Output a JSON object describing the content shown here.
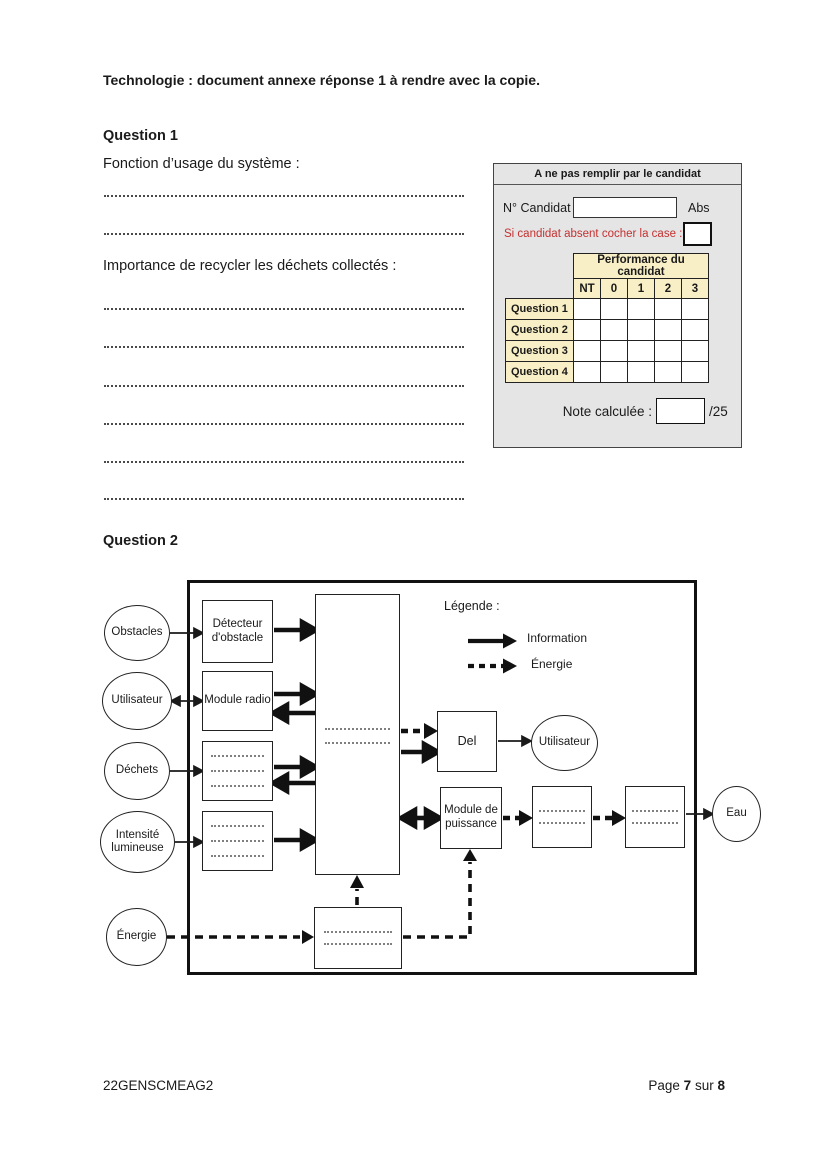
{
  "colors": {
    "panel_bg": "#e5e5e5",
    "header_bg": "#f8efc6",
    "notice_red": "#c43131"
  },
  "document": {
    "title": "Technologie : document annexe réponse 1 à rendre avec la copie.",
    "footer_left": "22GENSCMEAG2",
    "footer_page_word": "Page",
    "footer_page_number": "7",
    "footer_page_sep": "sur",
    "footer_page_total": "8"
  },
  "question1": {
    "heading": "Question 1",
    "prompt1": "Fonction d’usage du système :",
    "prompt2": "Importance de recycler les déchets collectés :"
  },
  "grading_box": {
    "header": "A ne pas remplir par le candidat",
    "candidate_label": "N° Candidat :",
    "candidate_value": "",
    "abs_label": "Abs",
    "absent_notice": "Si candidat absent cocher la case :",
    "table": {
      "title": "Performance du candidat",
      "columns": [
        "NT",
        "0",
        "1",
        "2",
        "3"
      ],
      "rows": [
        "Question 1",
        "Question 2",
        "Question 3",
        "Question 4"
      ]
    },
    "note_label": "Note calculée :",
    "note_value": "",
    "note_total": "/25"
  },
  "question2": {
    "heading": "Question 2",
    "legend": {
      "title": "Légende :",
      "information_label": "Information",
      "energy_label": "Énergie"
    },
    "nodes": {
      "obstacles": "Obstacles",
      "utilisateur_left": "Utilisateur",
      "dechets": "Déchets",
      "intensite": "Intensité lumineuse",
      "energie": "Énergie",
      "detecteur": "Détecteur d'obstacle",
      "module_radio": "Module radio",
      "del": "Del",
      "utilisateur_right": "Utilisateur",
      "module_puissance": "Module de puissance",
      "eau": "Eau"
    }
  }
}
